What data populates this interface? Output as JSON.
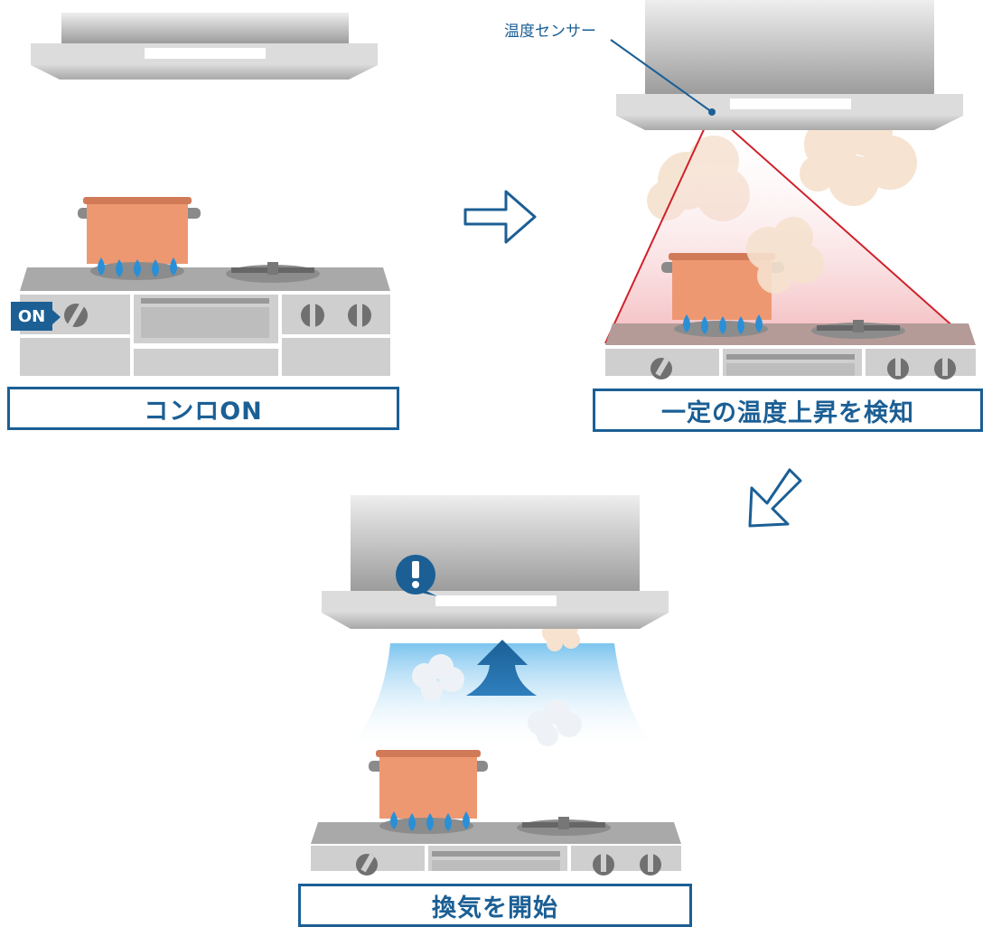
{
  "steps": [
    {
      "caption": "コンロON",
      "badge": "ON"
    },
    {
      "caption": "一定の温度上昇を検知",
      "sensor_label": "温度センサー"
    },
    {
      "caption": "換気を開始"
    }
  ],
  "colors": {
    "accent": "#1b5f95",
    "pot": "#ee9872",
    "flame": "#2b8fd6",
    "detection_line": "#d0202a",
    "airflow": "#9fd3f2",
    "smoke": "#f6e2cf"
  }
}
